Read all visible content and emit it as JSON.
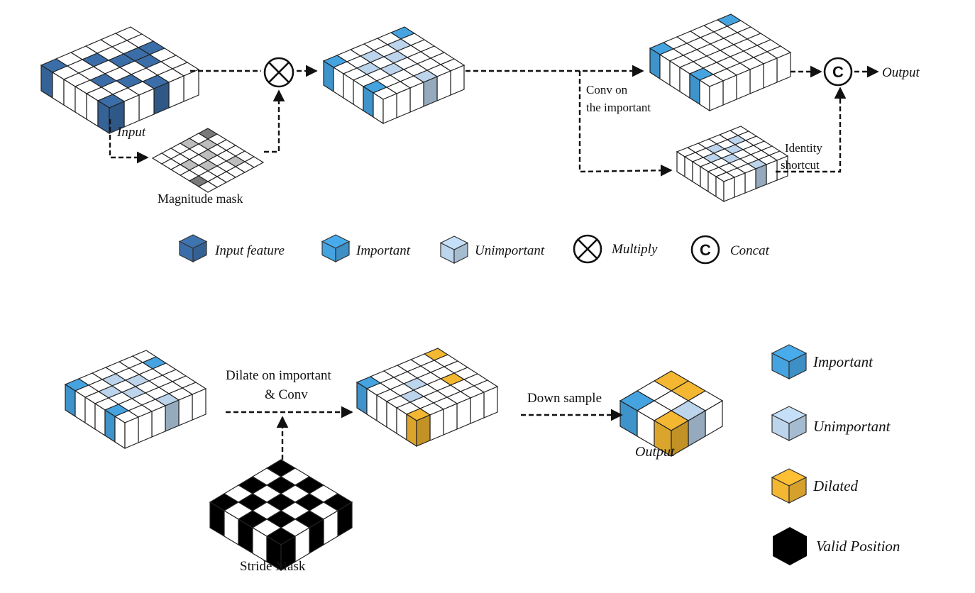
{
  "colors": {
    "input_feature": "#3b6ea8",
    "important": "#45a3e0",
    "unimportant": "#bcd4ec",
    "dilated": "#f3b731",
    "valid_position": "#000000",
    "mask_dark": "#7a7a7a",
    "mask_light": "#bdbdbd",
    "cell": "#ffffff",
    "line": "#222222"
  },
  "top_diagram": {
    "input_label": "Input",
    "mask_label": "Magnitude mask",
    "conv_label_line1": "Conv on",
    "conv_label_line2": "the important",
    "identity_label_line1": "Identity",
    "identity_label_line2": "shortcut",
    "output_label": "Output",
    "multiply_icon": "multiply-icon",
    "concat_icon": "concat-icon",
    "concat_symbol": "C"
  },
  "top_legend": {
    "items": [
      {
        "label": "Input feature",
        "color_key": "input_feature",
        "icon": "cube-icon"
      },
      {
        "label": "Important",
        "color_key": "important",
        "icon": "cube-icon"
      },
      {
        "label": "Unimportant",
        "color_key": "unimportant",
        "icon": "cube-icon"
      },
      {
        "label": "Multiply",
        "icon": "multiply-icon"
      },
      {
        "label": "Concat",
        "icon": "concat-icon"
      }
    ]
  },
  "bottom_diagram": {
    "dilate_label_line1": "Dilate on important",
    "dilate_label_line2": "& Conv",
    "downsample_label": "Down sample",
    "output_label": "Output",
    "stride_label": "Stride Mask"
  },
  "bottom_legend": {
    "items": [
      {
        "label": "Important",
        "color_key": "important",
        "icon": "cube-icon"
      },
      {
        "label": "Unimportant",
        "color_key": "unimportant",
        "icon": "cube-icon"
      },
      {
        "label": "Dilated",
        "color_key": "dilated",
        "icon": "cube-icon"
      },
      {
        "label": "Valid Position",
        "color_key": "valid_position",
        "icon": "hexagon-icon"
      }
    ]
  }
}
